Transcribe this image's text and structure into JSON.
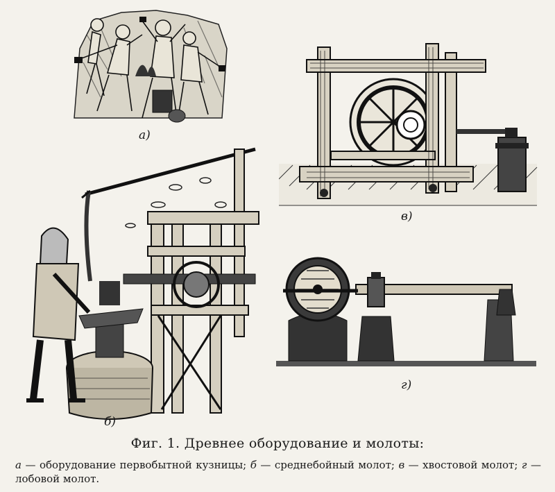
{
  "figure": {
    "panels": {
      "a": {
        "label": "а)"
      },
      "b": {
        "label": "б)"
      },
      "v": {
        "label": "в)"
      },
      "g": {
        "label": "г)"
      }
    },
    "caption_title": "Фиг. 1. Древнее оборудование и молоты:",
    "caption_items": [
      {
        "letter": "а",
        "text": "оборудование первобытной кузницы;"
      },
      {
        "letter": "б",
        "text": "среднебойный молот;"
      },
      {
        "letter": "в",
        "text": "хвостовой молот;"
      },
      {
        "letter": "г",
        "text": "лобовой молот."
      }
    ]
  }
}
